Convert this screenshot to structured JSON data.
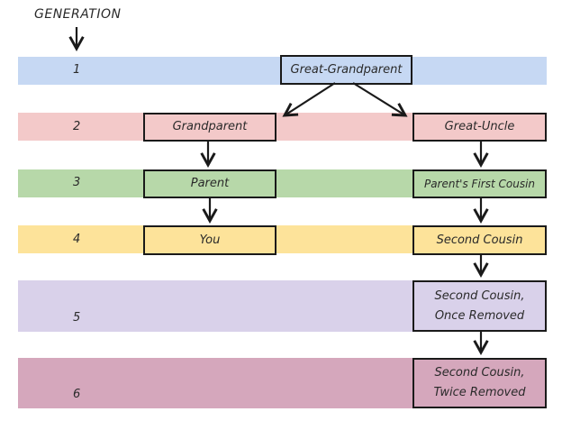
{
  "header": {
    "label": "GENERATION"
  },
  "colors": {
    "gen1": "#c6d8f3",
    "gen2": "#f3c9c9",
    "gen3": "#b7d8a9",
    "gen4": "#fde39a",
    "gen5": "#d9d1ea",
    "gen6": "#d5a7bc"
  },
  "generations": [
    {
      "number": "1"
    },
    {
      "number": "2"
    },
    {
      "number": "3"
    },
    {
      "number": "4"
    },
    {
      "number": "5"
    },
    {
      "number": "6"
    }
  ],
  "nodes": {
    "great_grandparent": "Great-Grandparent",
    "grandparent": "Grandparent",
    "great_uncle": "Great-Uncle",
    "parent": "Parent",
    "parents_first_cousin": "Parent's First Cousin",
    "you": "You",
    "second_cousin": "Second Cousin",
    "second_cousin_once_removed": [
      "Second Cousin,",
      "Once Removed"
    ],
    "second_cousin_twice_removed": [
      "Second Cousin,",
      "Twice Removed"
    ]
  }
}
